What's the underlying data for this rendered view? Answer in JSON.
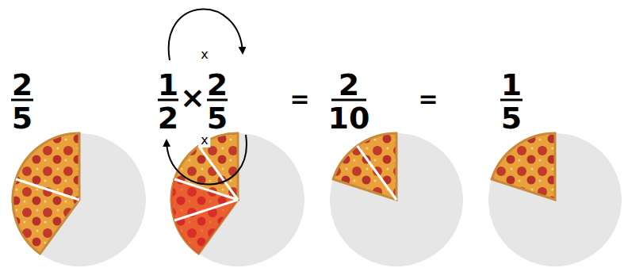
{
  "diagram": {
    "labels": [
      "2",
      "5",
      "1",
      "2",
      "×",
      "2",
      "5",
      "=",
      "2",
      "10",
      "=",
      "1",
      "5",
      "x",
      "x"
    ]
  }
}
